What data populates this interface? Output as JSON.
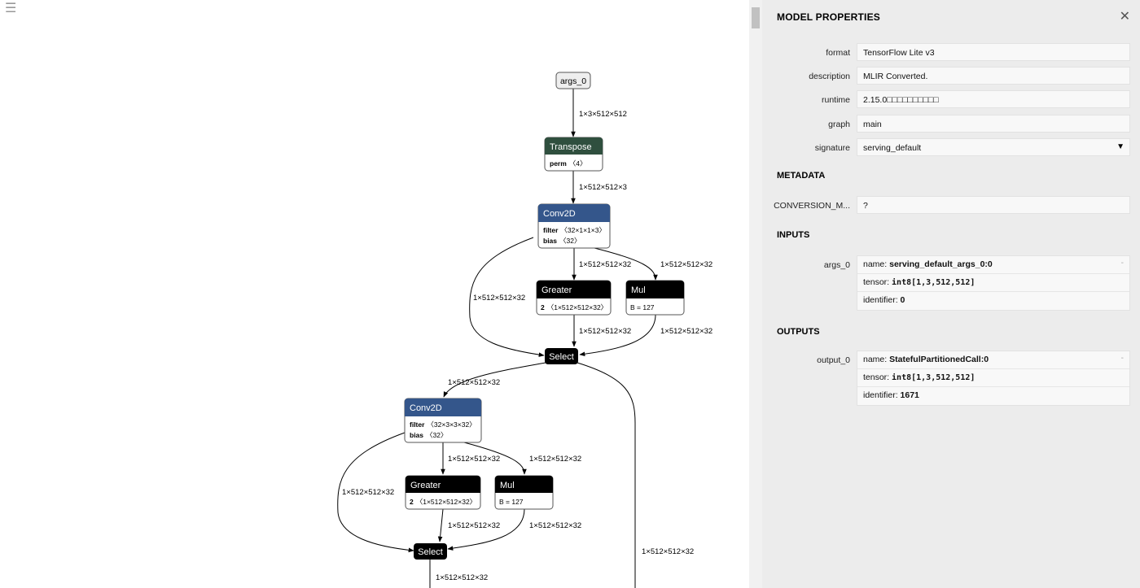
{
  "menu_icon": "hamburger-icon",
  "graph": {
    "nodes": {
      "args": "args_0",
      "transpose": {
        "title": "Transpose",
        "attr_key": "perm",
        "attr_val": "〈4〉",
        "color": "#2f4f3e"
      },
      "conv1": {
        "title": "Conv2D",
        "attr1_key": "filter",
        "attr1_val": "〈32×1×1×3〉",
        "attr2_key": "bias",
        "attr2_val": "〈32〉",
        "color": "#34568b"
      },
      "greater1": {
        "title": "Greater",
        "attr_key": "2",
        "attr_val": "〈1×512×512×32〉"
      },
      "mul1": {
        "title": "Mul",
        "attr_val": "B = 127"
      },
      "select1": {
        "title": "Select"
      },
      "conv2": {
        "title": "Conv2D",
        "attr1_key": "filter",
        "attr1_val": "〈32×3×3×32〉",
        "attr2_key": "bias",
        "attr2_val": "〈32〉",
        "color": "#34568b"
      },
      "greater2": {
        "title": "Greater",
        "attr_key": "2",
        "attr_val": "〈1×512×512×32〉"
      },
      "mul2": {
        "title": "Mul",
        "attr_val": "B = 127"
      },
      "select2": {
        "title": "Select"
      }
    },
    "edges": {
      "e1": "1×3×512×512",
      "e2": "1×512×512×3",
      "e3": "1×512×512×32",
      "e4": "1×512×512×32",
      "e5": "1×512×512×32",
      "e6": "1×512×512×32",
      "e7": "1×512×512×32",
      "e8": "1×512×512×32",
      "e9": "1×512×512×32",
      "e10": "1×512×512×32",
      "e11": "1×512×512×32",
      "e12": "1×512×512×32",
      "e13": "1×512×512×32",
      "e14": "1×512×512×32",
      "e15": "1×512×512×32"
    }
  },
  "panel": {
    "title": "MODEL PROPERTIES",
    "close_icon": "close-icon",
    "properties": {
      "format_label": "format",
      "format_value": "TensorFlow Lite v3",
      "description_label": "description",
      "description_value": "MLIR Converted.",
      "runtime_label": "runtime",
      "runtime_value": "2.15.0□□□□□□□□□□",
      "graph_label": "graph",
      "graph_value": "main",
      "signature_label": "signature",
      "signature_value": "serving_default"
    },
    "metadata": {
      "title": "METADATA",
      "conversion_label": "CONVERSION_M...",
      "conversion_value": "?"
    },
    "inputs": {
      "title": "INPUTS",
      "label": "args_0",
      "name_key": "name:",
      "name_value": "serving_default_args_0:0",
      "tensor_key": "tensor:",
      "tensor_value": "int8[1,3,512,512]",
      "identifier_key": "identifier:",
      "identifier_value": "0",
      "dash": "-"
    },
    "outputs": {
      "title": "OUTPUTS",
      "label": "output_0",
      "name_key": "name:",
      "name_value": "StatefulPartitionedCall:0",
      "tensor_key": "tensor:",
      "tensor_value": "int8[1,3,512,512]",
      "identifier_key": "identifier:",
      "identifier_value": "1671",
      "dash": "-"
    }
  }
}
